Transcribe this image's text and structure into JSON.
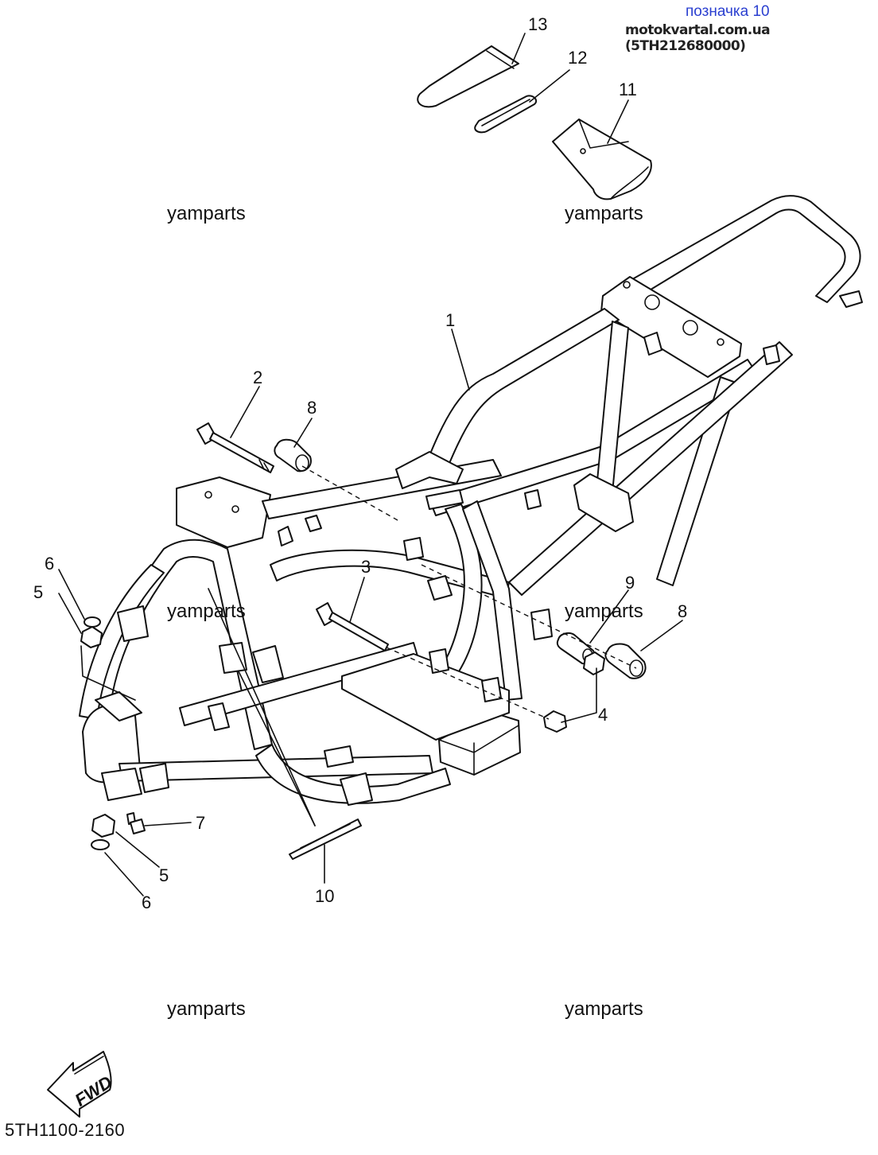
{
  "header": {
    "label": "позначка 10",
    "source": "motokvartal.com.ua (5TH212680000)"
  },
  "watermarks": [
    "yamparts",
    "yamparts",
    "yamparts",
    "yamparts",
    "yamparts",
    "yamparts"
  ],
  "diagram": {
    "fwd_label": "FWD",
    "drawing_code": "5TH1100-2160",
    "callouts": [
      "1",
      "2",
      "3",
      "4",
      "5",
      "5",
      "6",
      "6",
      "7",
      "8",
      "8",
      "9",
      "10",
      "11",
      "12",
      "13"
    ]
  }
}
